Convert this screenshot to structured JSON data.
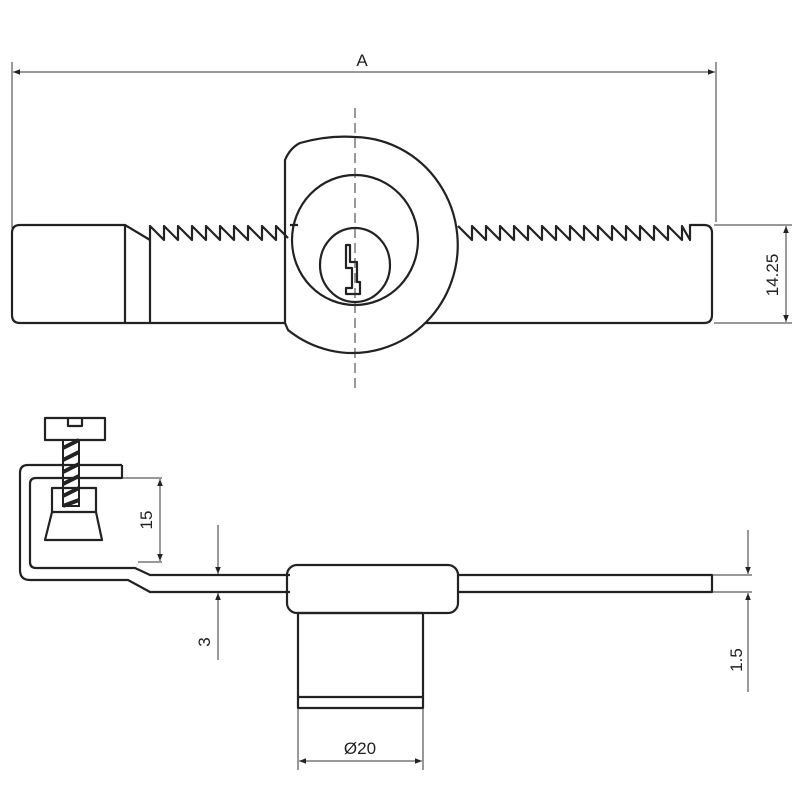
{
  "drawing": {
    "title": "Sliding door ratchet lock technical drawing",
    "line_color": "#222222",
    "background": "#ffffff"
  },
  "dimensions": {
    "overall_length": "A",
    "bar_height": "14.25",
    "bracket_depth": "15",
    "offset": "3",
    "plate_thickness": "1.5",
    "cylinder_diameter": "Ø20"
  }
}
